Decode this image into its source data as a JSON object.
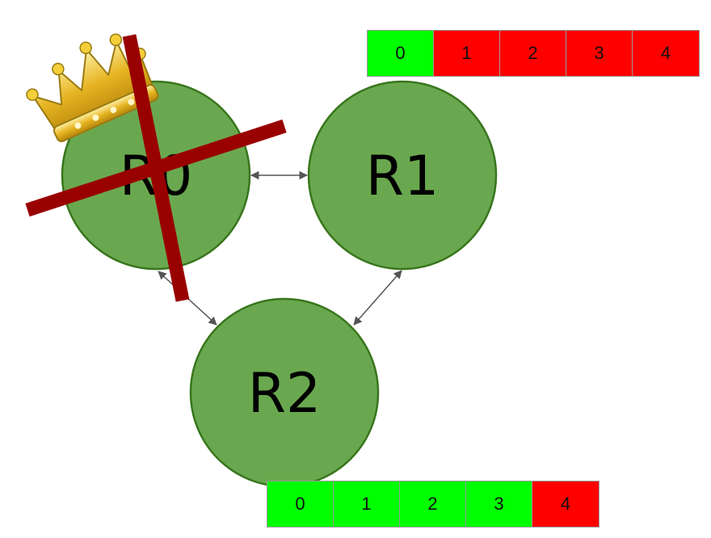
{
  "colors": {
    "node_fill": "#6aa84f",
    "node_stroke": "#38761d",
    "committed": "#00ff00",
    "uncommitted": "#ff0000",
    "cross": "#990000",
    "crown_gold": "#e6b422",
    "edge": "#555555"
  },
  "nodes": [
    {
      "id": "r0",
      "label": "R0",
      "leader": true,
      "failed": true
    },
    {
      "id": "r1",
      "label": "R1",
      "leader": false,
      "failed": false
    },
    {
      "id": "r2",
      "label": "R2",
      "leader": false,
      "failed": false
    }
  ],
  "edges": [
    {
      "from": "r0",
      "to": "r1"
    },
    {
      "from": "r0",
      "to": "r2"
    },
    {
      "from": "r1",
      "to": "r2"
    }
  ],
  "logs": {
    "r1": [
      {
        "index": "0",
        "state": "committed"
      },
      {
        "index": "1",
        "state": "uncommitted"
      },
      {
        "index": "2",
        "state": "uncommitted"
      },
      {
        "index": "3",
        "state": "uncommitted"
      },
      {
        "index": "4",
        "state": "uncommitted"
      }
    ],
    "r2": [
      {
        "index": "0",
        "state": "committed"
      },
      {
        "index": "1",
        "state": "committed"
      },
      {
        "index": "2",
        "state": "committed"
      },
      {
        "index": "3",
        "state": "committed"
      },
      {
        "index": "4",
        "state": "uncommitted"
      }
    ]
  },
  "icons": {
    "leader": "crown-icon",
    "failure": "cross-out-icon"
  }
}
